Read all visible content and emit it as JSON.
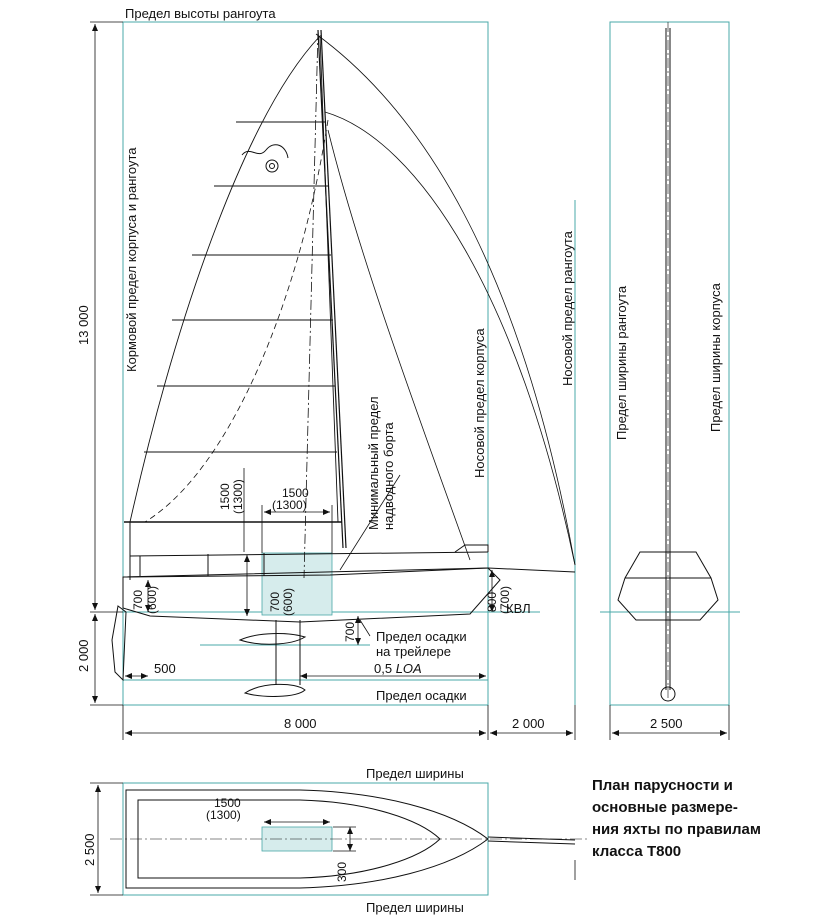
{
  "labels": {
    "mast_height_limit": "Предел высоты рангоута",
    "stern_limit": "Кормовой предел корпуса и рангоута",
    "bow_hull_limit": "Носовой предел корпуса",
    "bow_limit": "Носовой предел рангоута",
    "freeboard_limit_line1": "Минимальный предел",
    "freeboard_limit_line2": "надводного борта",
    "mast_width_limit": "Предел ширины рангоута",
    "hull_width_limit": "Предел ширины корпуса",
    "kvl": "КВЛ",
    "trailer_draft_line1": "Предел осадки",
    "trailer_draft_line2": "на трейлере",
    "draft_limit": "Предел осадки",
    "loa_prefix": "0,5 ",
    "loa": "LOA",
    "width_limit_top": "Предел ширины",
    "width_limit_bottom": "Предел ширины"
  },
  "dims": {
    "height_total": "13 000",
    "draft": "2 000",
    "length": "8 000",
    "bow_ext": "2 000",
    "beam": "2 500",
    "plan_beam": "2 500",
    "cockpit_h": "1500",
    "cockpit_h_alt": "(1300)",
    "cockpit_l": "1500",
    "cockpit_l_alt": "(1300)",
    "freeboard_stern": "700",
    "freeboard_stern_alt": "(600)",
    "cockpit_depth": "700",
    "cockpit_depth_alt": "(600)",
    "freeboard_bow": "800",
    "freeboard_bow_alt": "(700)",
    "trailer_draft": "700",
    "rudder_offset": "500",
    "plan_cockpit_l": "1500",
    "plan_cockpit_l_alt": "(1300)",
    "plan_cockpit_w": "300"
  },
  "caption": {
    "line1": "План парусности и",
    "line2": "основные размере-",
    "line3": "ния яхты по правилам",
    "line4": "класса Т800"
  },
  "colors": {
    "limit": "#4aa8a8",
    "fill": "#d6ecec",
    "ink": "#111111"
  }
}
